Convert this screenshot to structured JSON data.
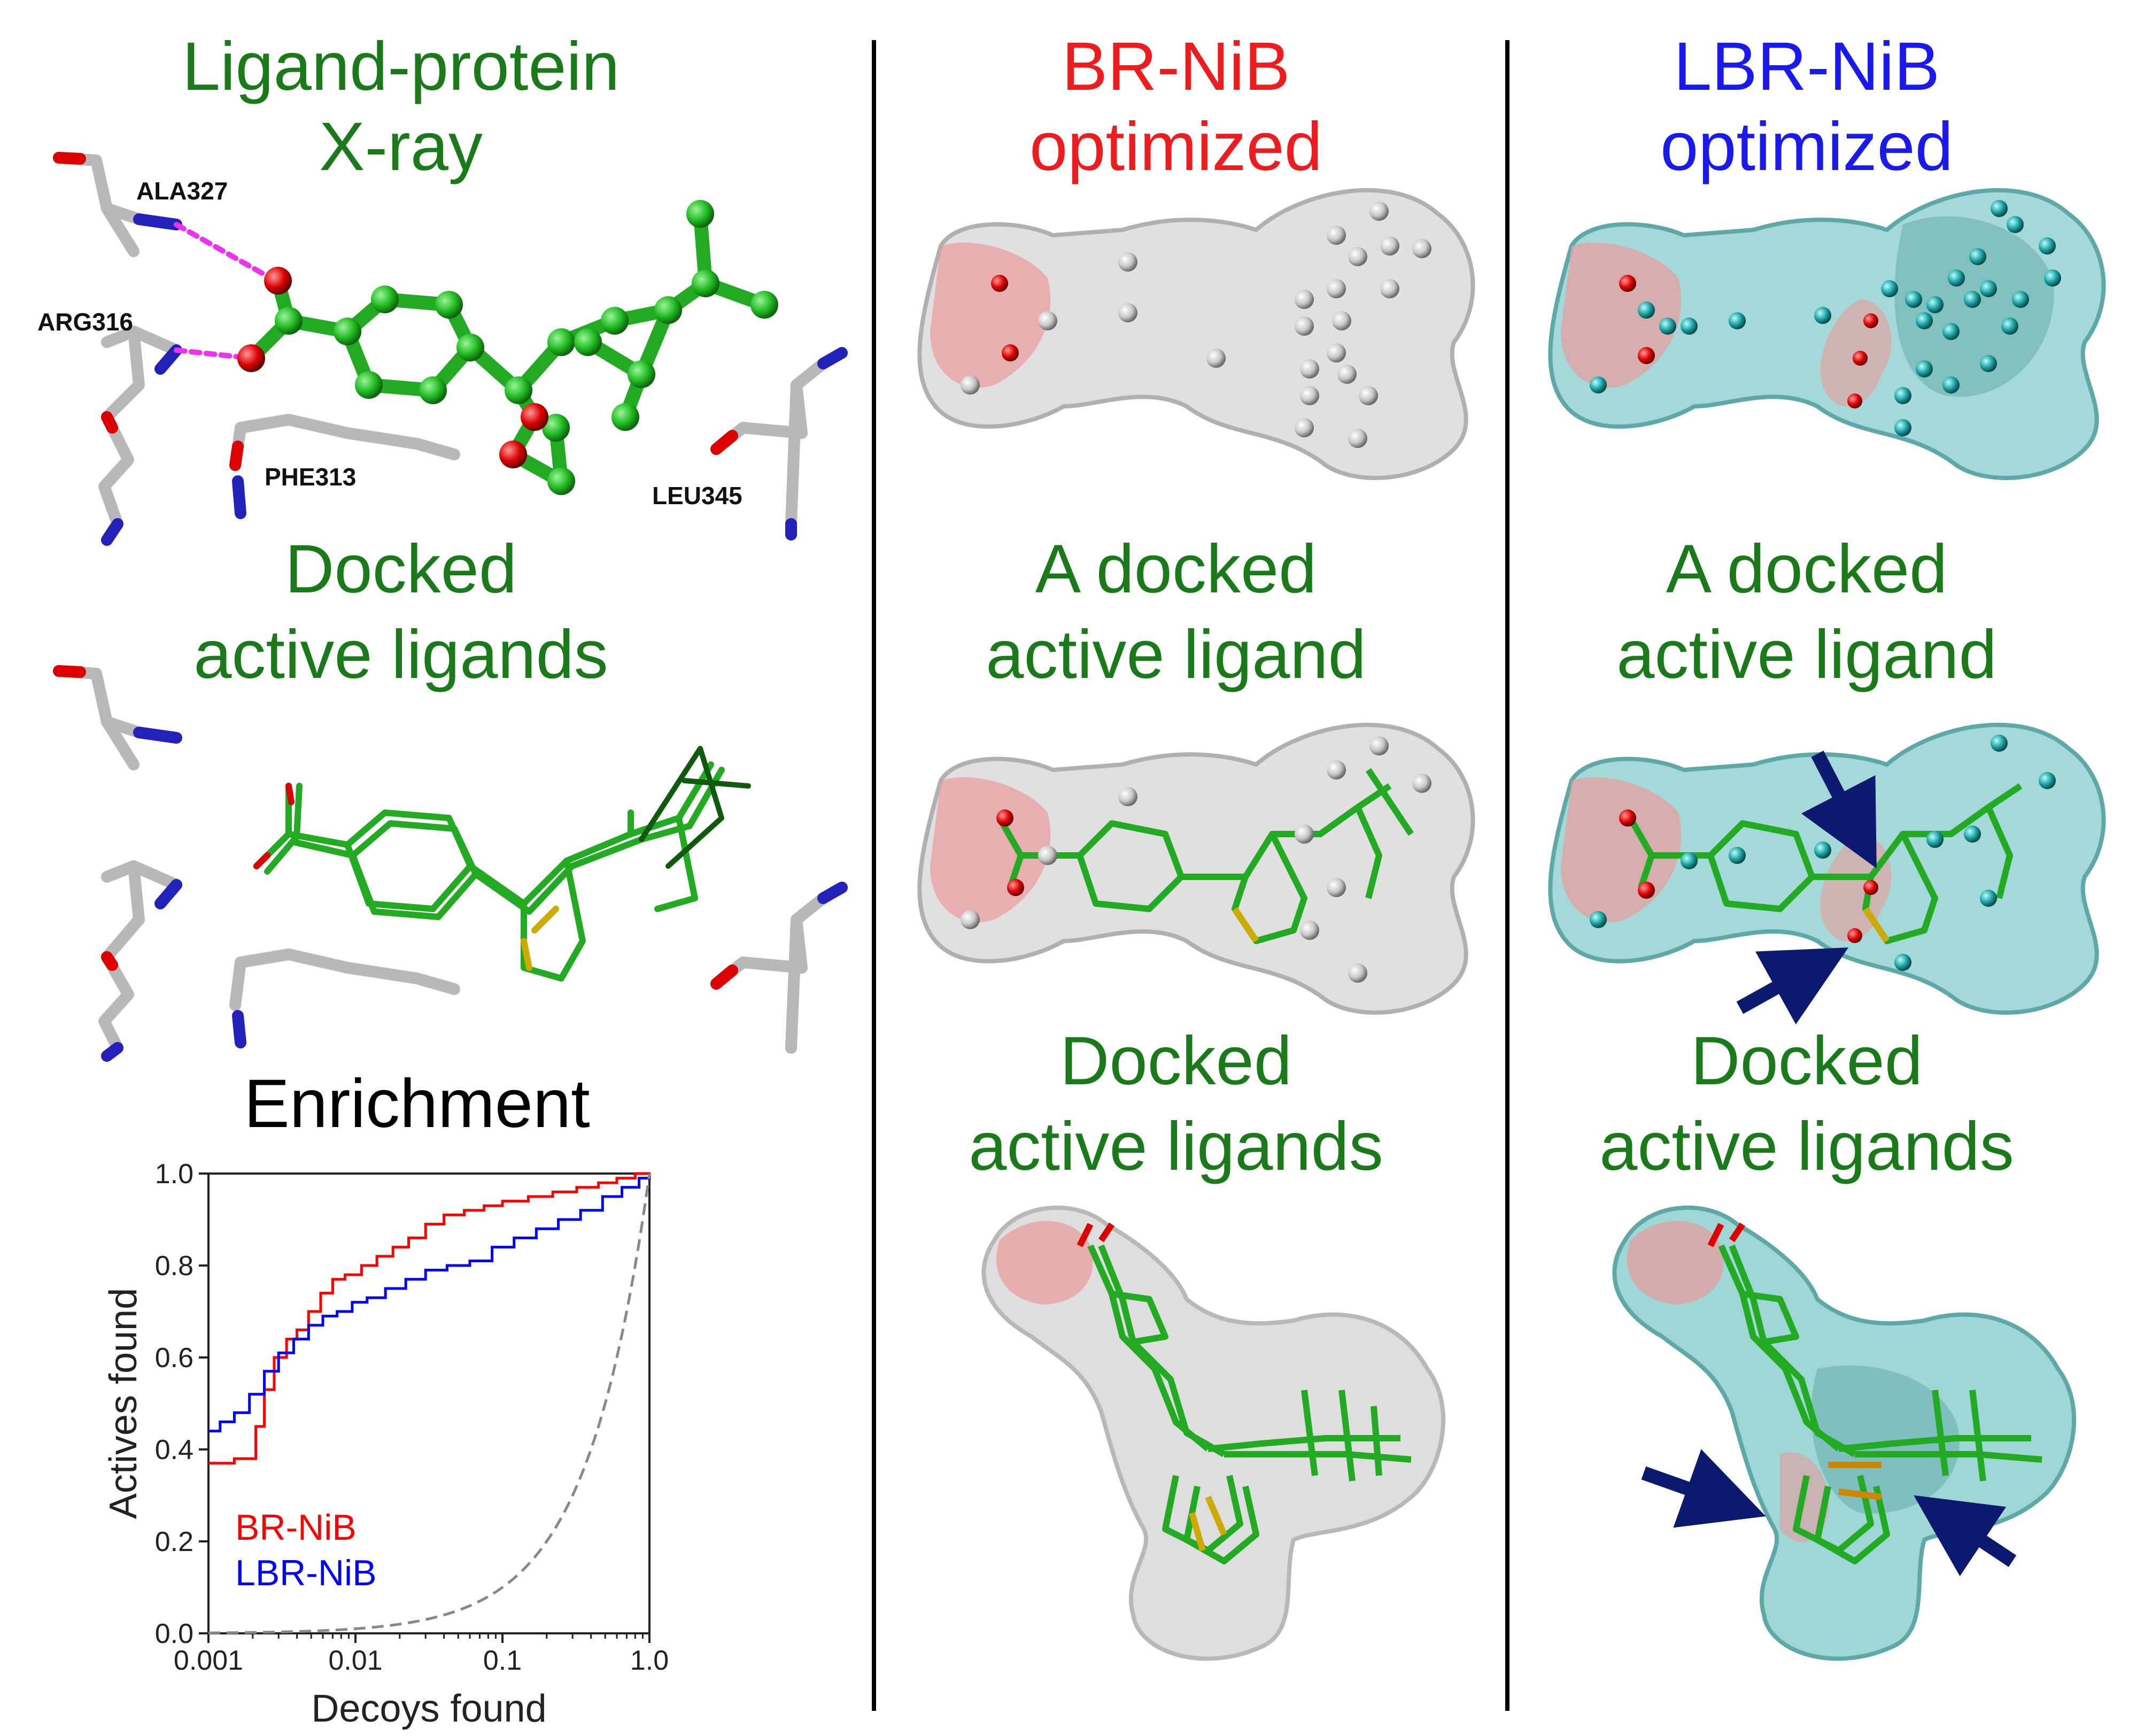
{
  "panels": {
    "xray": {
      "line1": "Ligand-protein",
      "line2": "X-ray"
    },
    "docked_left": {
      "line1": "Docked",
      "line2": "active ligands"
    },
    "enrichment": {
      "title": "Enrichment"
    },
    "br": {
      "line1": "BR-NiB",
      "line2": "optimized",
      "docked_one_1": "A docked",
      "docked_one_2": "active ligand",
      "docked_all_1": "Docked",
      "docked_all_2": "active ligands"
    },
    "lbr": {
      "line1": "LBR-NiB",
      "line2": "optimized",
      "docked_one_1": "A docked",
      "docked_one_2": "active ligand",
      "docked_all_1": "Docked",
      "docked_all_2": "active ligands"
    }
  },
  "residues": [
    "ALA327",
    "ARG316",
    "PHE313",
    "LEU345"
  ],
  "colors": {
    "green_text": "#1a7a1a",
    "red_text": "#ee1c1c",
    "blue_text": "#1a1aee",
    "ligand_green": "#22bb22",
    "cavity_teal": "#8ecfcf",
    "cavity_gray": "#cfcfcf",
    "arrow": "#0b1a6e"
  },
  "chart_data": {
    "type": "line",
    "xlabel": "Decoys found",
    "ylabel": "Actives found",
    "xscale": "log",
    "xlim": [
      0.001,
      1.0
    ],
    "ylim": [
      0.0,
      1.0
    ],
    "xticks": [
      "0.001",
      "0.01",
      "0.1",
      "1.0"
    ],
    "yticks": [
      "0.0",
      "0.2",
      "0.4",
      "0.6",
      "0.8",
      "1.0"
    ],
    "legend": "lower-left",
    "series": [
      {
        "name": "BR-NiB",
        "color": "#ff0000",
        "x": [
          0.001,
          0.0015,
          0.0019,
          0.0021,
          0.0024,
          0.0028,
          0.0034,
          0.004,
          0.0048,
          0.0058,
          0.007,
          0.0085,
          0.011,
          0.014,
          0.018,
          0.023,
          0.03,
          0.04,
          0.055,
          0.075,
          0.1,
          0.15,
          0.22,
          0.32,
          0.45,
          0.6,
          0.8,
          1.0
        ],
        "y": [
          0.37,
          0.38,
          0.38,
          0.45,
          0.53,
          0.6,
          0.64,
          0.66,
          0.7,
          0.74,
          0.77,
          0.78,
          0.8,
          0.82,
          0.84,
          0.86,
          0.89,
          0.91,
          0.92,
          0.93,
          0.94,
          0.95,
          0.96,
          0.97,
          0.98,
          0.99,
          1.0,
          1.0
        ]
      },
      {
        "name": "LBR-NiB",
        "color": "#0000ff",
        "x": [
          0.001,
          0.0012,
          0.0015,
          0.0019,
          0.0024,
          0.003,
          0.0038,
          0.0048,
          0.006,
          0.0075,
          0.0095,
          0.012,
          0.016,
          0.022,
          0.03,
          0.042,
          0.06,
          0.085,
          0.12,
          0.17,
          0.24,
          0.34,
          0.48,
          0.65,
          0.85,
          1.0
        ],
        "y": [
          0.44,
          0.46,
          0.48,
          0.52,
          0.57,
          0.61,
          0.64,
          0.67,
          0.69,
          0.7,
          0.72,
          0.73,
          0.75,
          0.77,
          0.79,
          0.8,
          0.81,
          0.84,
          0.86,
          0.88,
          0.9,
          0.92,
          0.95,
          0.97,
          0.99,
          1.0
        ]
      },
      {
        "name": "",
        "color": "#888888",
        "style": "dashed",
        "x": [
          0.001,
          0.01,
          0.05,
          0.1,
          0.2,
          0.3,
          0.4,
          0.5,
          0.6,
          0.7,
          0.8,
          0.9,
          1.0
        ],
        "y": [
          0.0,
          0.01,
          0.05,
          0.1,
          0.2,
          0.3,
          0.4,
          0.5,
          0.6,
          0.7,
          0.8,
          0.9,
          1.0
        ]
      }
    ]
  }
}
